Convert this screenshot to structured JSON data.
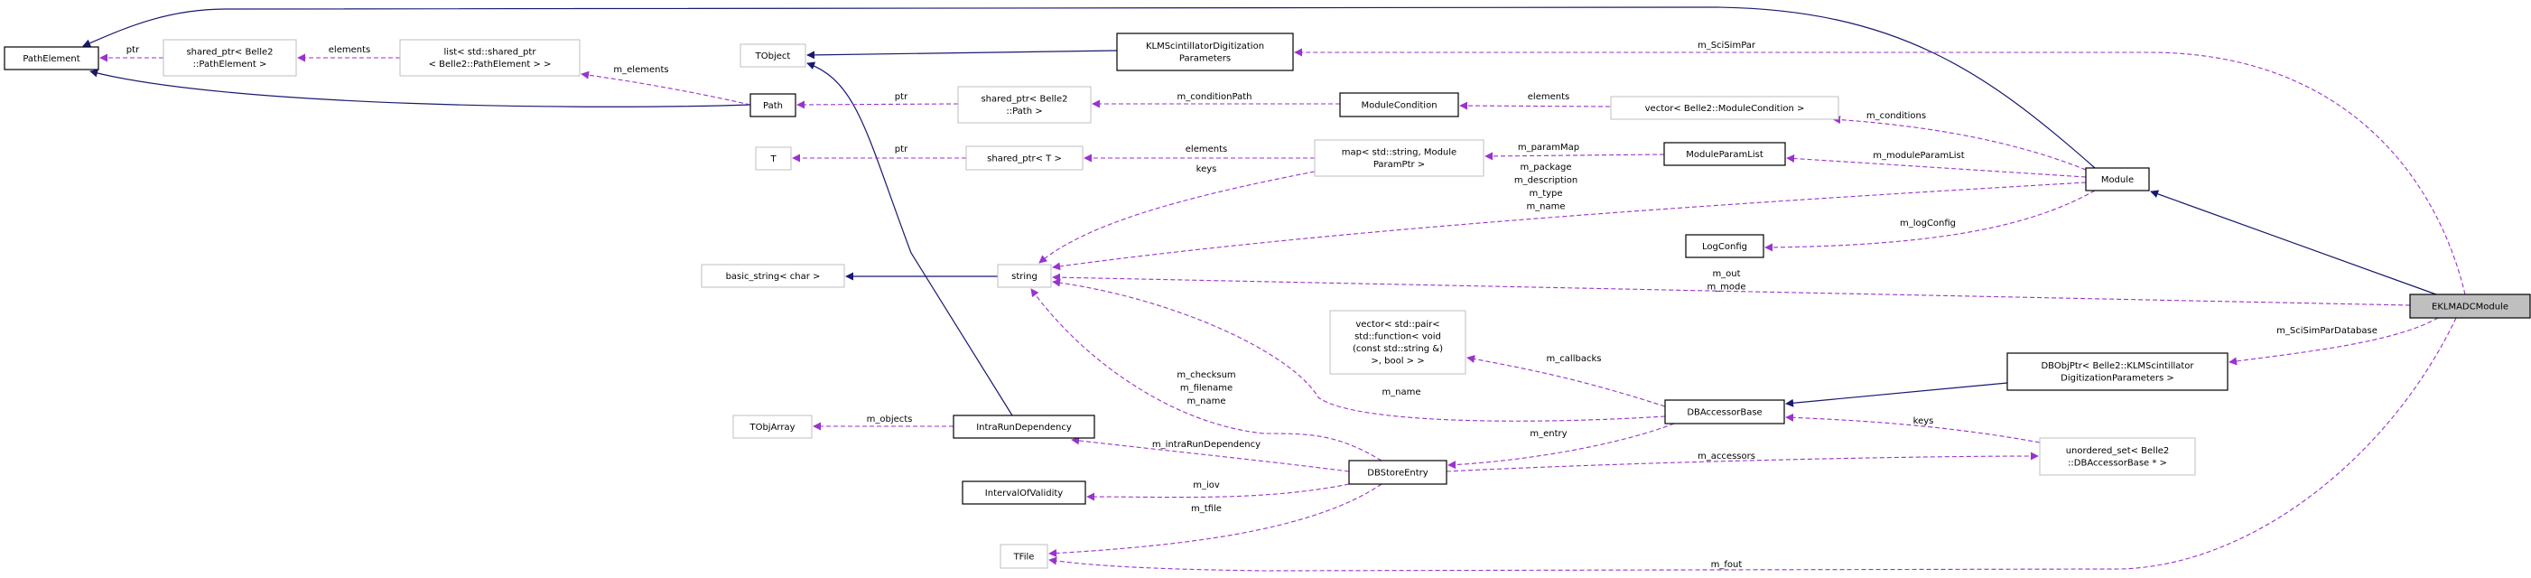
{
  "colors": {
    "inheritance": "#191970",
    "usage": "#9a32cd",
    "focus_fill": "#bfbfbf",
    "external_border": "#bfbfbf"
  },
  "nodes": [
    {
      "id": "PathElement",
      "lines": [
        "PathElement"
      ],
      "style": "documented"
    },
    {
      "id": "shared_ptr_PathElement",
      "lines": [
        "shared_ptr< Belle2",
        "::PathElement >"
      ],
      "style": "external"
    },
    {
      "id": "list_shared_ptr",
      "lines": [
        "list< std::shared_ptr",
        "< Belle2::PathElement > >"
      ],
      "style": "external"
    },
    {
      "id": "TObject",
      "lines": [
        "TObject"
      ],
      "style": "external"
    },
    {
      "id": "Path",
      "lines": [
        "Path"
      ],
      "style": "documented"
    },
    {
      "id": "T",
      "lines": [
        "T"
      ],
      "style": "external"
    },
    {
      "id": "basic_string",
      "lines": [
        "basic_string< char >"
      ],
      "style": "external"
    },
    {
      "id": "KLMSDP",
      "lines": [
        "KLMScintillatorDigitization",
        "Parameters"
      ],
      "style": "documented"
    },
    {
      "id": "shared_ptr_Path",
      "lines": [
        "shared_ptr< Belle2",
        "::Path >"
      ],
      "style": "external"
    },
    {
      "id": "ModuleCondition",
      "lines": [
        "ModuleCondition"
      ],
      "style": "documented"
    },
    {
      "id": "vector_ModuleCondition",
      "lines": [
        "vector< Belle2::ModuleCondition >"
      ],
      "style": "external"
    },
    {
      "id": "shared_ptr_T",
      "lines": [
        "shared_ptr< T >"
      ],
      "style": "external"
    },
    {
      "id": "map_param",
      "lines": [
        "map< std::string, Module",
        "ParamPtr >"
      ],
      "style": "external"
    },
    {
      "id": "ModuleParamList",
      "lines": [
        "ModuleParamList"
      ],
      "style": "documented"
    },
    {
      "id": "LogConfig",
      "lines": [
        "LogConfig"
      ],
      "style": "documented"
    },
    {
      "id": "string",
      "lines": [
        "string"
      ],
      "style": "external"
    },
    {
      "id": "Module",
      "lines": [
        "Module"
      ],
      "style": "documented"
    },
    {
      "id": "EKLMADCModule",
      "lines": [
        "EKLMADCModule"
      ],
      "style": "focus"
    },
    {
      "id": "DBObjPtr",
      "lines": [
        "DBObjPtr< Belle2::KLMScintillator",
        "DigitizationParameters >"
      ],
      "style": "documented"
    },
    {
      "id": "DBAccessorBase",
      "lines": [
        "DBAccessorBase"
      ],
      "style": "documented"
    },
    {
      "id": "unordered_set",
      "lines": [
        "unordered_set< Belle2",
        "::DBAccessorBase * >"
      ],
      "style": "external"
    },
    {
      "id": "vector_pair",
      "lines": [
        "vector< std::pair<",
        "std::function< void",
        "(const std::string &)",
        ">, bool > >"
      ],
      "style": "external"
    },
    {
      "id": "TObjArray",
      "lines": [
        "TObjArray"
      ],
      "style": "external"
    },
    {
      "id": "IntraRunDependency",
      "lines": [
        "IntraRunDependency"
      ],
      "style": "documented"
    },
    {
      "id": "IntervalOfValidity",
      "lines": [
        "IntervalOfValidity"
      ],
      "style": "documented"
    },
    {
      "id": "DBStoreEntry",
      "lines": [
        "DBStoreEntry"
      ],
      "style": "documented"
    },
    {
      "id": "TFile",
      "lines": [
        "TFile"
      ],
      "style": "external"
    }
  ],
  "edges": [
    {
      "id": "e1",
      "from": "Path",
      "to": "PathElement",
      "kind": "inherit",
      "labels": []
    },
    {
      "id": "e34",
      "from": "Module",
      "to": "PathElement",
      "kind": "inherit",
      "labels": []
    },
    {
      "id": "e35",
      "from": "KLMSDP",
      "to": "TObject",
      "kind": "inherit",
      "labels": []
    },
    {
      "id": "e36",
      "from": "IntraRunDependency",
      "to": "TObject",
      "kind": "inherit",
      "labels": []
    },
    {
      "id": "e17",
      "from": "string",
      "to": "basic_string",
      "kind": "inherit",
      "labels": []
    },
    {
      "id": "e19",
      "from": "EKLMADCModule",
      "to": "Module",
      "kind": "inherit",
      "labels": []
    },
    {
      "id": "e22",
      "from": "DBObjPtr",
      "to": "DBAccessorBase",
      "kind": "inherit",
      "labels": []
    },
    {
      "id": "e3",
      "from": "shared_ptr_PathElement",
      "to": "PathElement",
      "kind": "use",
      "labels": [
        "ptr"
      ]
    },
    {
      "id": "e4",
      "from": "list_shared_ptr",
      "to": "shared_ptr_PathElement",
      "kind": "use",
      "labels": [
        "elements"
      ]
    },
    {
      "id": "e5",
      "from": "Path",
      "to": "list_shared_ptr",
      "kind": "use",
      "labels": [
        "m_elements"
      ]
    },
    {
      "id": "e6",
      "from": "shared_ptr_Path",
      "to": "Path",
      "kind": "use",
      "labels": [
        "ptr"
      ]
    },
    {
      "id": "e7",
      "from": "ModuleCondition",
      "to": "shared_ptr_Path",
      "kind": "use",
      "labels": [
        "m_conditionPath"
      ]
    },
    {
      "id": "e8",
      "from": "vector_ModuleCondition",
      "to": "ModuleCondition",
      "kind": "use",
      "labels": [
        "elements"
      ]
    },
    {
      "id": "e9",
      "from": "Module",
      "to": "vector_ModuleCondition",
      "kind": "use",
      "labels": [
        "m_conditions"
      ]
    },
    {
      "id": "e10",
      "from": "shared_ptr_T",
      "to": "T",
      "kind": "use",
      "labels": [
        "ptr"
      ]
    },
    {
      "id": "e11",
      "from": "map_param",
      "to": "shared_ptr_T",
      "kind": "use",
      "labels": [
        "elements"
      ]
    },
    {
      "id": "e12",
      "from": "map_param",
      "to": "string",
      "kind": "use",
      "labels": [
        "keys"
      ]
    },
    {
      "id": "e13",
      "from": "ModuleParamList",
      "to": "map_param",
      "kind": "use",
      "labels": [
        "m_paramMap"
      ]
    },
    {
      "id": "e14",
      "from": "Module",
      "to": "ModuleParamList",
      "kind": "use",
      "labels": [
        "m_moduleParamList"
      ]
    },
    {
      "id": "e15",
      "from": "Module",
      "to": "string",
      "kind": "use",
      "labels": [
        "m_package",
        "m_description",
        "m_type",
        "m_name"
      ]
    },
    {
      "id": "e16",
      "from": "Module",
      "to": "LogConfig",
      "kind": "use",
      "labels": [
        "m_logConfig"
      ]
    },
    {
      "id": "e18",
      "from": "EKLMADCModule",
      "to": "string",
      "kind": "use",
      "labels": [
        "m_out",
        "m_mode"
      ]
    },
    {
      "id": "e20",
      "from": "EKLMADCModule",
      "to": "KLMSDP",
      "kind": "use",
      "labels": [
        "m_SciSimPar"
      ]
    },
    {
      "id": "e21",
      "from": "EKLMADCModule",
      "to": "DBObjPtr",
      "kind": "use",
      "labels": [
        "m_SciSimParDatabase"
      ]
    },
    {
      "id": "e23",
      "from": "DBAccessorBase",
      "to": "vector_pair",
      "kind": "use",
      "labels": [
        "m_callbacks"
      ]
    },
    {
      "id": "e24",
      "from": "DBAccessorBase",
      "to": "string",
      "kind": "use",
      "labels": [
        "m_name"
      ]
    },
    {
      "id": "e25",
      "from": "DBAccessorBase",
      "to": "DBStoreEntry",
      "kind": "use",
      "labels": [
        "m_entry"
      ]
    },
    {
      "id": "e26",
      "from": "unordered_set",
      "to": "DBAccessorBase",
      "kind": "use",
      "labels": [
        "keys"
      ]
    },
    {
      "id": "e27",
      "from": "DBStoreEntry",
      "to": "unordered_set",
      "kind": "use",
      "labels": [
        "m_accessors"
      ]
    },
    {
      "id": "e28",
      "from": "DBStoreEntry",
      "to": "string",
      "kind": "use",
      "labels": [
        "m_checksum",
        "m_filename",
        "m_name"
      ]
    },
    {
      "id": "e29",
      "from": "DBStoreEntry",
      "to": "IntraRunDependency",
      "kind": "use",
      "labels": [
        "m_intraRunDependency"
      ]
    },
    {
      "id": "e30",
      "from": "DBStoreEntry",
      "to": "IntervalOfValidity",
      "kind": "use",
      "labels": [
        "m_iov"
      ]
    },
    {
      "id": "e31",
      "from": "DBStoreEntry",
      "to": "TFile",
      "kind": "use",
      "labels": [
        "m_tfile"
      ]
    },
    {
      "id": "e32",
      "from": "IntraRunDependency",
      "to": "TObjArray",
      "kind": "use",
      "labels": [
        "m_objects"
      ]
    },
    {
      "id": "e33",
      "from": "EKLMADCModule",
      "to": "TFile",
      "kind": "use",
      "labels": [
        "m_fout"
      ]
    }
  ]
}
